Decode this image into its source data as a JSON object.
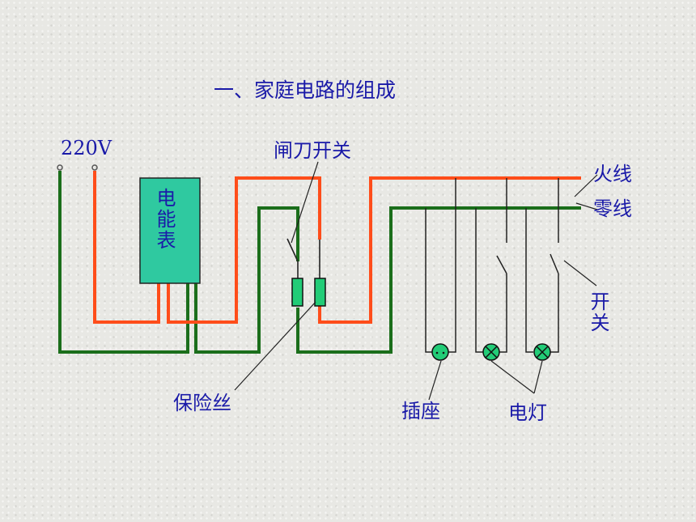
{
  "title": "一、家庭电路的组成",
  "labels": {
    "voltage": "220V",
    "knife_switch": "闸刀开关",
    "live_wire": "火线",
    "neutral_wire": "零线",
    "meter": "电能表",
    "switch": "开关",
    "fuse": "保险丝",
    "socket": "插座",
    "lamp": "电灯"
  },
  "colors": {
    "live": "#ff4d1a",
    "neutral": "#1b6e1b",
    "meter_fill": "#2fc9a0",
    "text": "#1a1aa8",
    "device_fill": "#22cc77"
  }
}
